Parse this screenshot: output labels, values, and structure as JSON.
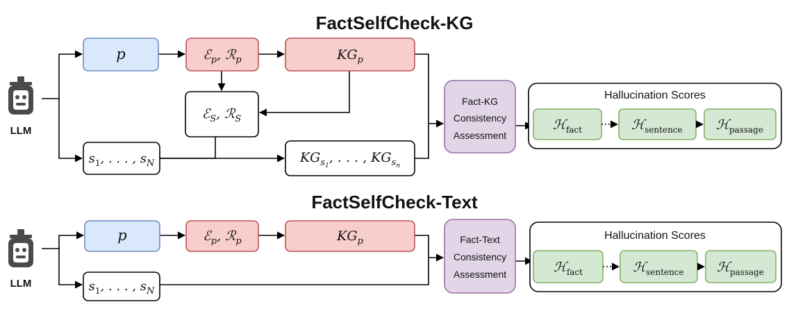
{
  "colors": {
    "blue_fill": "#dae8fc",
    "blue_stroke": "#6c8ebf",
    "red_fill": "#f8cecc",
    "red_stroke": "#b85450",
    "purple_fill": "#e1d5e7",
    "purple_stroke": "#9673a6",
    "green_fill": "#d5e8d4",
    "green_stroke": "#82b366",
    "white_fill": "#ffffff",
    "black_stroke": "#000000",
    "robot_gray": "#4a4a4a"
  },
  "kg_section": {
    "title": "FactSelfCheck-KG",
    "llm_label": "LLM",
    "llm_icon": "robot-icon",
    "passage_label": "p",
    "entities_relations_p": {
      "base1": "ℰ",
      "sub1": "p",
      "sep": ", ",
      "base2": "ℛ",
      "sub2": "p"
    },
    "kg_p": {
      "base": "KG",
      "sub": "p"
    },
    "entities_relations_s": {
      "base1": "ℰ",
      "sub1": "S",
      "sep": ", ",
      "base2": "ℛ",
      "sub2": "S"
    },
    "samples": {
      "first": "s",
      "first_sub": "1",
      "dots": ", . . . , ",
      "last": "s",
      "last_sub": "N"
    },
    "kg_samples": {
      "first": "KG",
      "first_sub": "s",
      "first_subsub": "1",
      "dots": ", . . . , ",
      "last": "KG",
      "last_sub": "s",
      "last_subsub": "n"
    },
    "assessment": {
      "line1": "Fact-KG",
      "line2": "Consistency",
      "line3": "Assessment"
    },
    "scores_title": "Hallucination Scores",
    "scores": [
      {
        "base": "ℋ",
        "sub": "fact"
      },
      {
        "base": "ℋ",
        "sub": "sentence"
      },
      {
        "base": "ℋ",
        "sub": "passage"
      }
    ]
  },
  "text_section": {
    "title": "FactSelfCheck-Text",
    "llm_label": "LLM",
    "llm_icon": "robot-icon",
    "passage_label": "p",
    "entities_relations_p": {
      "base1": "ℰ",
      "sub1": "p",
      "sep": ", ",
      "base2": "ℛ",
      "sub2": "p"
    },
    "kg_p": {
      "base": "KG",
      "sub": "p"
    },
    "samples": {
      "first": "s",
      "first_sub": "1",
      "dots": ", . . . , ",
      "last": "s",
      "last_sub": "N"
    },
    "assessment": {
      "line1": "Fact-Text",
      "line2": "Consistency",
      "line3": "Assessment"
    },
    "scores_title": "Hallucination Scores",
    "scores": [
      {
        "base": "ℋ",
        "sub": "fact"
      },
      {
        "base": "ℋ",
        "sub": "sentence"
      },
      {
        "base": "ℋ",
        "sub": "passage"
      }
    ]
  }
}
